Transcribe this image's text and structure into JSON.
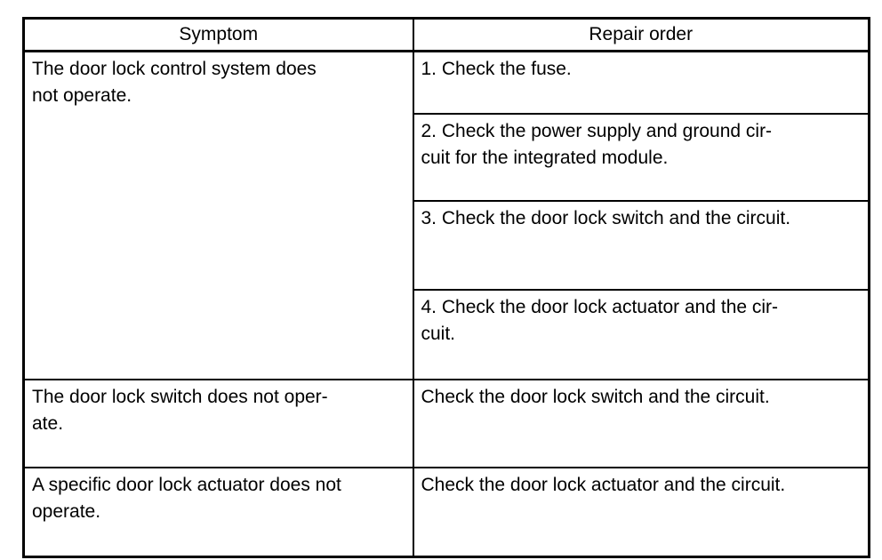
{
  "page": {
    "background_color": "#ffffff",
    "text_color": "#000000",
    "border_color": "#000000"
  },
  "table": {
    "columns": [
      {
        "label": "Symptom"
      },
      {
        "label": "Repair order"
      }
    ],
    "rows": [
      {
        "symptom": "The door lock control system does\nnot operate.",
        "repair_orders": [
          "1. Check the fuse.",
          "2. Check the power supply and ground cir-\ncuit for the integrated module.",
          "3. Check the door lock switch and the circuit.",
          "4. Check the door lock actuator and the cir-\ncuit."
        ]
      },
      {
        "symptom": "The door lock switch does not oper-\nate.",
        "repair_orders": [
          "Check the door lock switch and the circuit."
        ]
      },
      {
        "symptom": "A specific door lock actuator does not\noperate.",
        "repair_orders": [
          "Check the door lock actuator and the circuit."
        ]
      }
    ]
  }
}
